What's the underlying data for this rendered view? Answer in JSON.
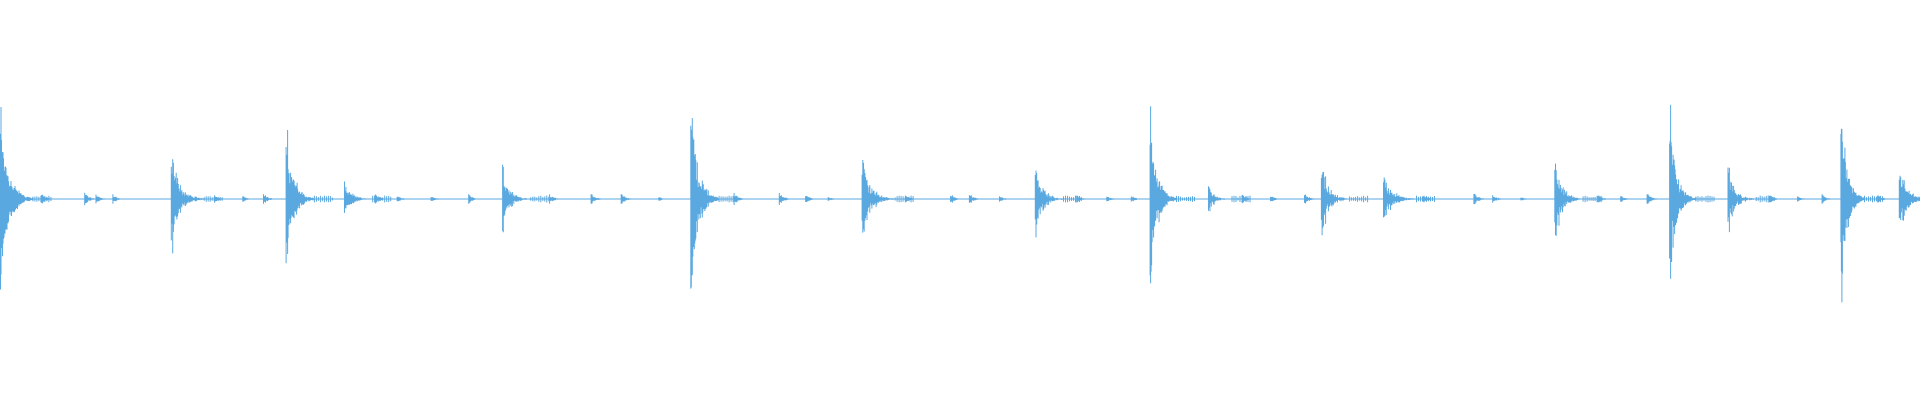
{
  "waveform": {
    "color": "#5aa8e0",
    "background": "#ffffff",
    "duration_s": 20.4,
    "amplitude_range": [
      -1,
      1
    ],
    "hits": [
      {
        "t": 0.0,
        "amp": 0.92,
        "decay": 0.35,
        "dense": true
      },
      {
        "t": 1.82,
        "amp": 0.48,
        "decay": 0.35,
        "dense": false
      },
      {
        "t": 3.04,
        "amp": 0.72,
        "decay": 0.3,
        "dense": true
      },
      {
        "t": 3.66,
        "amp": 0.16,
        "decay": 0.3,
        "dense": false
      },
      {
        "t": 5.34,
        "amp": 0.32,
        "decay": 0.3,
        "dense": false
      },
      {
        "t": 7.34,
        "amp": 1.0,
        "decay": 0.3,
        "dense": true
      },
      {
        "t": 9.16,
        "amp": 0.42,
        "decay": 0.35,
        "dense": false
      },
      {
        "t": 11.0,
        "amp": 0.4,
        "decay": 0.3,
        "dense": false
      },
      {
        "t": 12.22,
        "amp": 0.88,
        "decay": 0.28,
        "dense": true
      },
      {
        "t": 12.84,
        "amp": 0.14,
        "decay": 0.25,
        "dense": false
      },
      {
        "t": 14.04,
        "amp": 0.4,
        "decay": 0.3,
        "dense": false
      },
      {
        "t": 14.7,
        "amp": 0.28,
        "decay": 0.35,
        "dense": false
      },
      {
        "t": 16.52,
        "amp": 0.42,
        "decay": 0.3,
        "dense": false
      },
      {
        "t": 17.74,
        "amp": 0.84,
        "decay": 0.28,
        "dense": true
      },
      {
        "t": 18.36,
        "amp": 0.32,
        "decay": 0.3,
        "dense": false
      },
      {
        "t": 19.56,
        "amp": 0.96,
        "decay": 0.25,
        "dense": true
      },
      {
        "t": 20.18,
        "amp": 0.38,
        "decay": 0.3,
        "dense": false
      }
    ],
    "ticks": [
      {
        "t": 0.44,
        "amp": 0.05
      },
      {
        "t": 0.9,
        "amp": 0.06
      },
      {
        "t": 1.02,
        "amp": 0.04
      },
      {
        "t": 1.2,
        "amp": 0.04
      },
      {
        "t": 2.28,
        "amp": 0.04
      },
      {
        "t": 2.58,
        "amp": 0.03
      },
      {
        "t": 2.8,
        "amp": 0.05
      },
      {
        "t": 3.98,
        "amp": 0.05
      },
      {
        "t": 4.22,
        "amp": 0.03
      },
      {
        "t": 4.58,
        "amp": 0.03
      },
      {
        "t": 4.98,
        "amp": 0.04
      },
      {
        "t": 5.84,
        "amp": 0.04
      },
      {
        "t": 6.28,
        "amp": 0.05
      },
      {
        "t": 6.6,
        "amp": 0.05
      },
      {
        "t": 7.0,
        "amp": 0.02
      },
      {
        "t": 7.8,
        "amp": 0.05
      },
      {
        "t": 8.28,
        "amp": 0.06
      },
      {
        "t": 8.56,
        "amp": 0.04
      },
      {
        "t": 8.8,
        "amp": 0.02
      },
      {
        "t": 9.62,
        "amp": 0.04
      },
      {
        "t": 10.1,
        "amp": 0.05
      },
      {
        "t": 10.3,
        "amp": 0.05
      },
      {
        "t": 10.62,
        "amp": 0.03
      },
      {
        "t": 11.44,
        "amp": 0.04
      },
      {
        "t": 11.76,
        "amp": 0.03
      },
      {
        "t": 12.02,
        "amp": 0.03
      },
      {
        "t": 13.2,
        "amp": 0.04
      },
      {
        "t": 13.5,
        "amp": 0.03
      },
      {
        "t": 13.86,
        "amp": 0.05
      },
      {
        "t": 15.12,
        "amp": 0.04
      },
      {
        "t": 15.66,
        "amp": 0.06
      },
      {
        "t": 15.86,
        "amp": 0.04
      },
      {
        "t": 16.16,
        "amp": 0.02
      },
      {
        "t": 16.98,
        "amp": 0.04
      },
      {
        "t": 17.22,
        "amp": 0.03
      },
      {
        "t": 17.5,
        "amp": 0.05
      },
      {
        "t": 18.8,
        "amp": 0.04
      },
      {
        "t": 19.1,
        "amp": 0.03
      },
      {
        "t": 19.36,
        "amp": 0.04
      },
      {
        "t": 19.95,
        "amp": 0.04
      }
    ]
  }
}
